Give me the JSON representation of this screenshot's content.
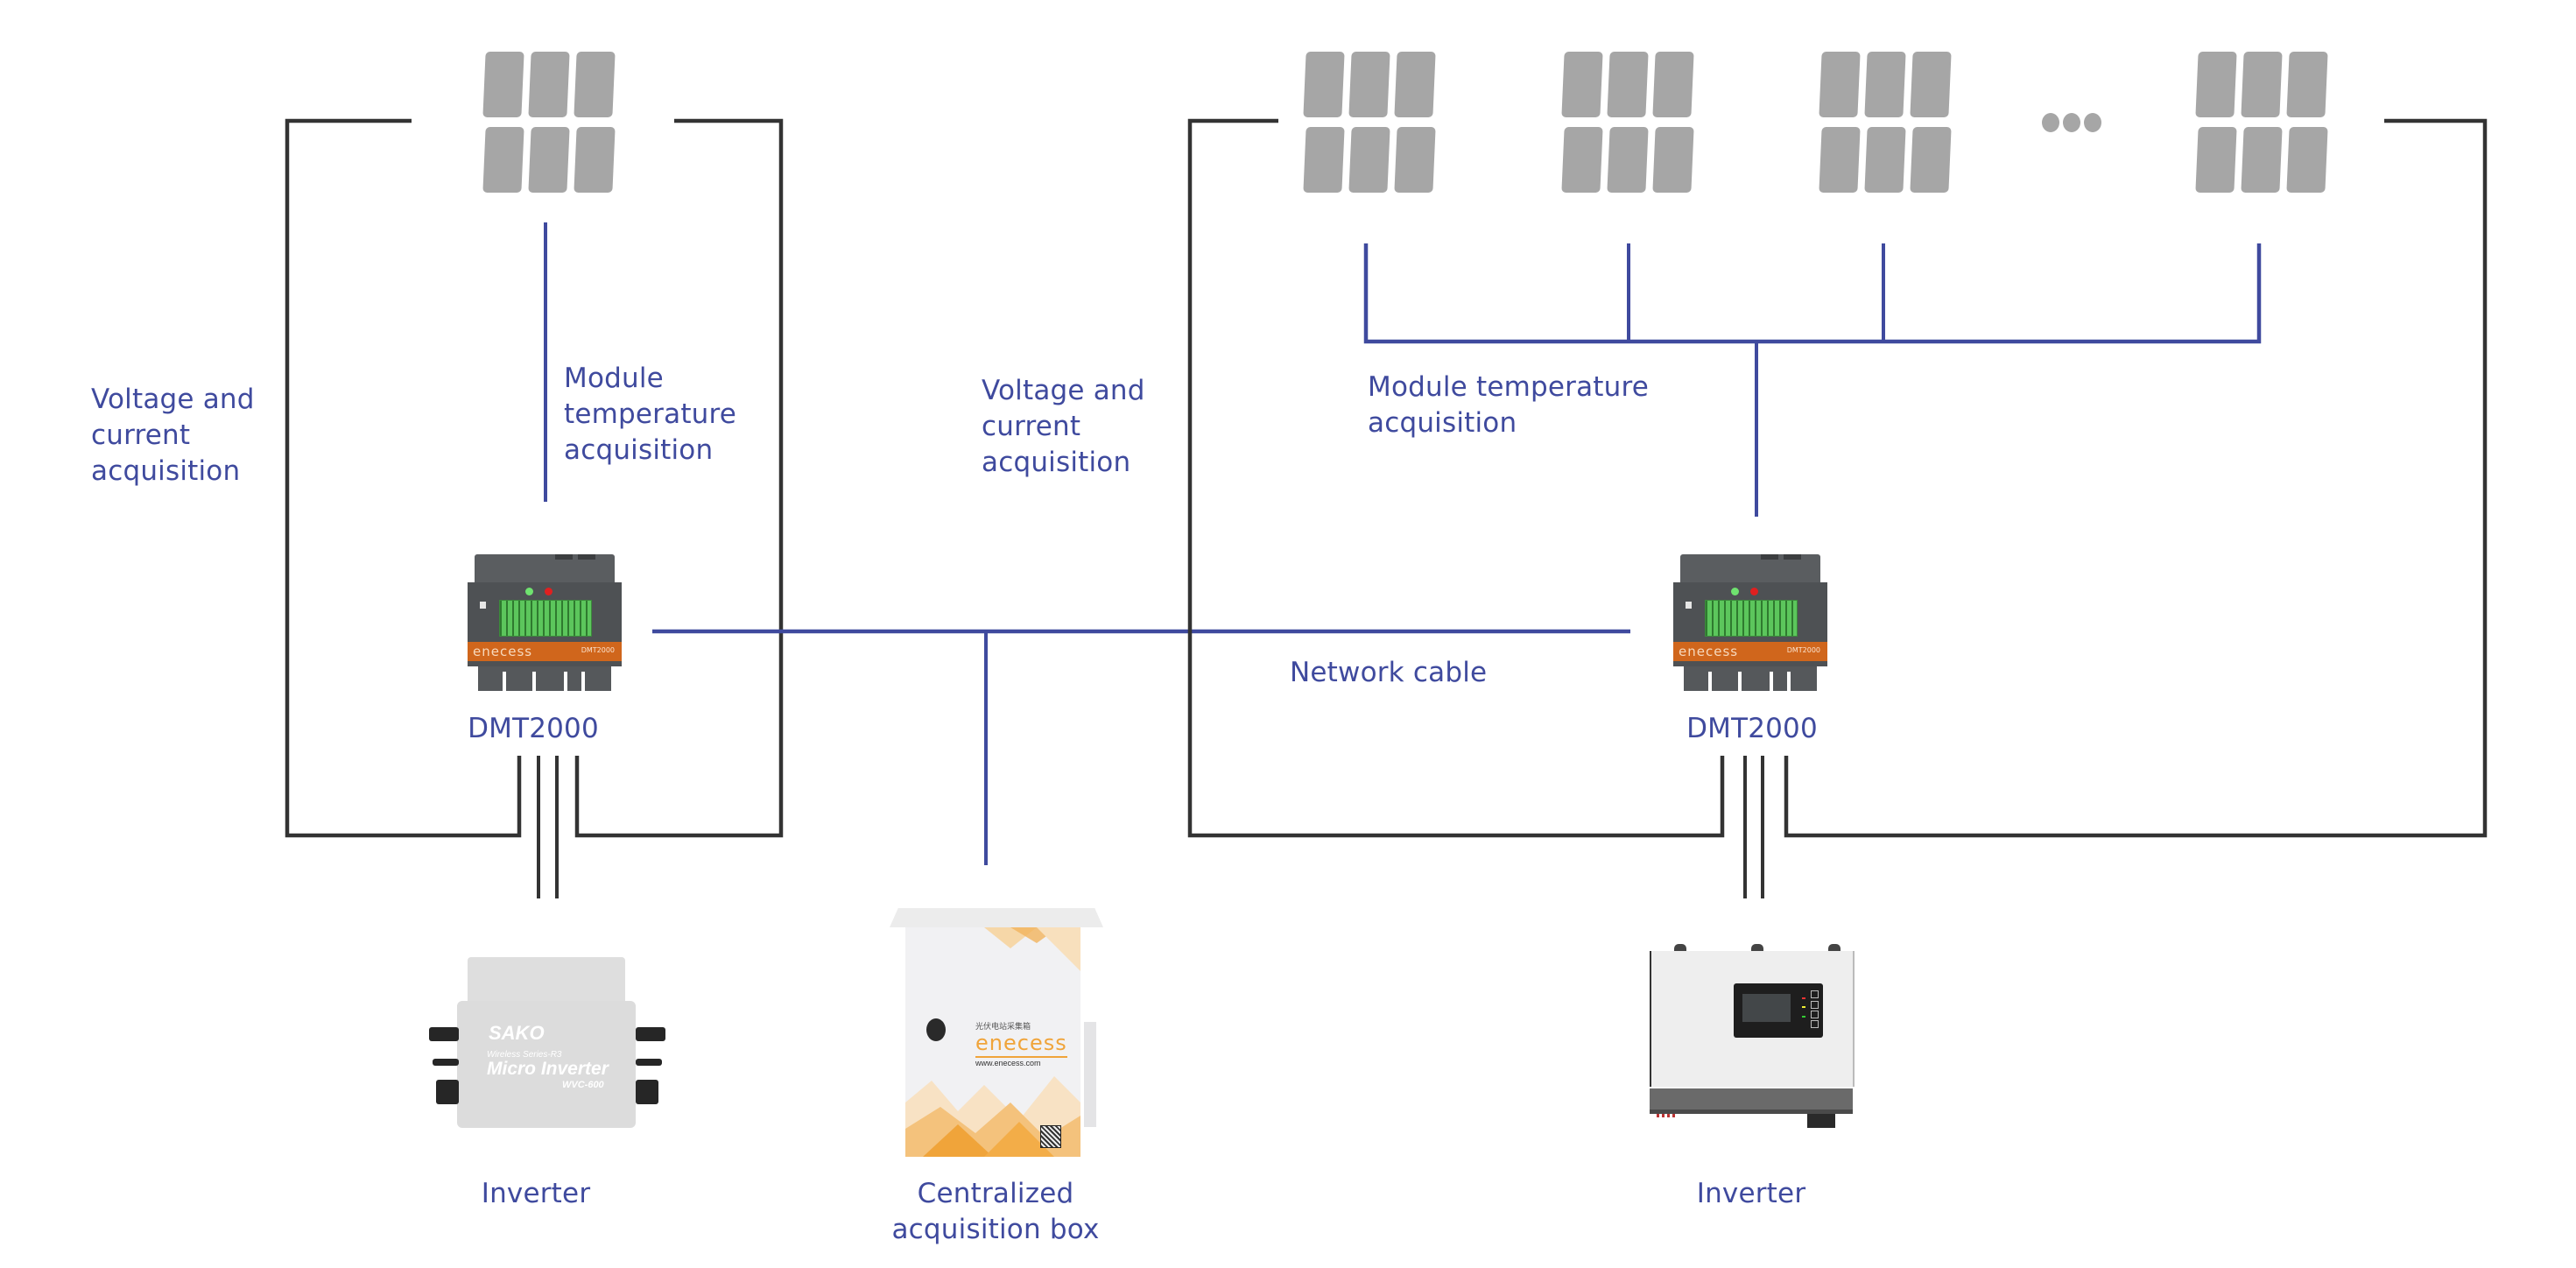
{
  "colors": {
    "label_text": "#3f4a9e",
    "signal_line": "#3f4a9e",
    "power_line": "#333333",
    "solar_panel": "#a6a6a6",
    "dmt_band": "#d0661c",
    "dmt_body": "#4e5154",
    "dmt_terminal": "#5cc65c",
    "cabinet_accent": "#f0a43a"
  },
  "left_system": {
    "solar_array_icon": "solar-panel-icon",
    "voltage_label": [
      "Voltage and",
      "current",
      "acquisition"
    ],
    "temperature_label": [
      "Module",
      "temperature",
      "acquisition"
    ],
    "collector": {
      "name": "DMT2000",
      "brand_on_device": "enecess",
      "model_on_device": "DMT2000"
    },
    "inverter": {
      "label": "Inverter",
      "brand": "SAKO",
      "series": "Wireless Series-R3",
      "type": "Micro Inverter",
      "model": "WVC-600"
    }
  },
  "center": {
    "network_label": "Network cable",
    "box": {
      "label": [
        "Centralized",
        "acquisition box"
      ],
      "chinese_caption": "光伏电站采集箱",
      "brand": "enecess",
      "url": "www.enecess.com"
    }
  },
  "right_system": {
    "solar_array_icons": [
      "solar-panel-icon",
      "solar-panel-icon",
      "solar-panel-icon",
      "ellipsis-icon",
      "solar-panel-icon"
    ],
    "voltage_label": [
      "Voltage and",
      "current",
      "acquisition"
    ],
    "temperature_label": [
      "Module temperature",
      "acquisition"
    ],
    "collector": {
      "name": "DMT2000",
      "brand_on_device": "enecess",
      "model_on_device": "DMT2000"
    },
    "inverter": {
      "label": "Inverter"
    }
  }
}
